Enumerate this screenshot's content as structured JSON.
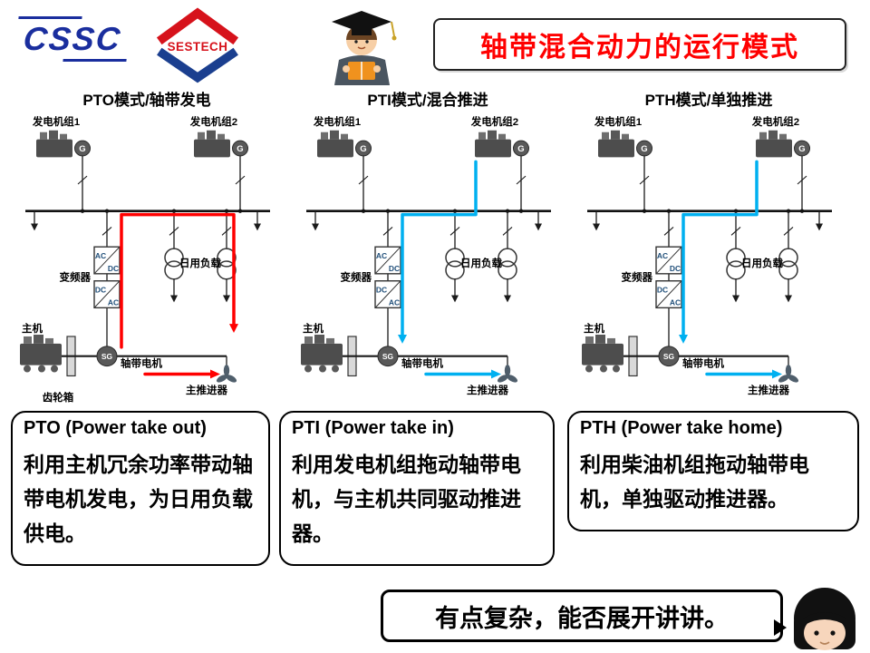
{
  "slide": {
    "logos": {
      "cssc": "CSSC",
      "sestech": "SESTECH"
    },
    "title": "轴带混合动力的运行模式",
    "colors": {
      "title": "#ff0000",
      "pto_flow": "#ff0000",
      "pti_flow": "#00b0f0",
      "pth_flow": "#00b0f0"
    }
  },
  "diagrams": [
    {
      "title": "PTO模式/轴带发电",
      "flow_color": "#ff0000",
      "labels": {
        "gen1": "发电机组1",
        "gen2": "发电机组2",
        "inverter": "变频器",
        "conv_ac": "AC",
        "conv_dc": "DC",
        "load": "日用负载",
        "main_engine": "主机",
        "g": "G",
        "sg": "SG",
        "shaft_motor": "轴带电机",
        "propeller": "主推进器",
        "gearbox": "齿轮箱"
      }
    },
    {
      "title": "PTI模式/混合推进",
      "flow_color": "#00b0f0",
      "labels": {
        "gen1": "发电机组1",
        "gen2": "发电机组2",
        "inverter": "变频器",
        "conv_ac": "AC",
        "conv_dc": "DC",
        "load": "日用负载",
        "main_engine": "主机",
        "g": "G",
        "sg": "SG",
        "shaft_motor": "轴带电机",
        "propeller": "主推进器"
      }
    },
    {
      "title": "PTH模式/单独推进",
      "flow_color": "#00b0f0",
      "labels": {
        "gen1": "发电机组1",
        "gen2": "发电机组2",
        "inverter": "变频器",
        "conv_ac": "AC",
        "conv_dc": "DC",
        "load": "日用负载",
        "main_engine": "主机",
        "g": "G",
        "sg": "SG",
        "shaft_motor": "轴带电机",
        "propeller": "主推进器"
      }
    }
  ],
  "notes": [
    {
      "title": "PTO (Power take out)",
      "body": "利用主机冗余功率带动轴带电机发电，为日用负载供电。"
    },
    {
      "title": "PTI (Power take in)",
      "body": "利用发电机组拖动轴带电机，与主机共同驱动推进器。"
    },
    {
      "title": "PTH (Power take home)",
      "body": "利用柴油机组拖动轴带电机，单独驱动推进器。"
    }
  ],
  "footer": {
    "speech": "有点复杂，能否展开讲讲。"
  }
}
